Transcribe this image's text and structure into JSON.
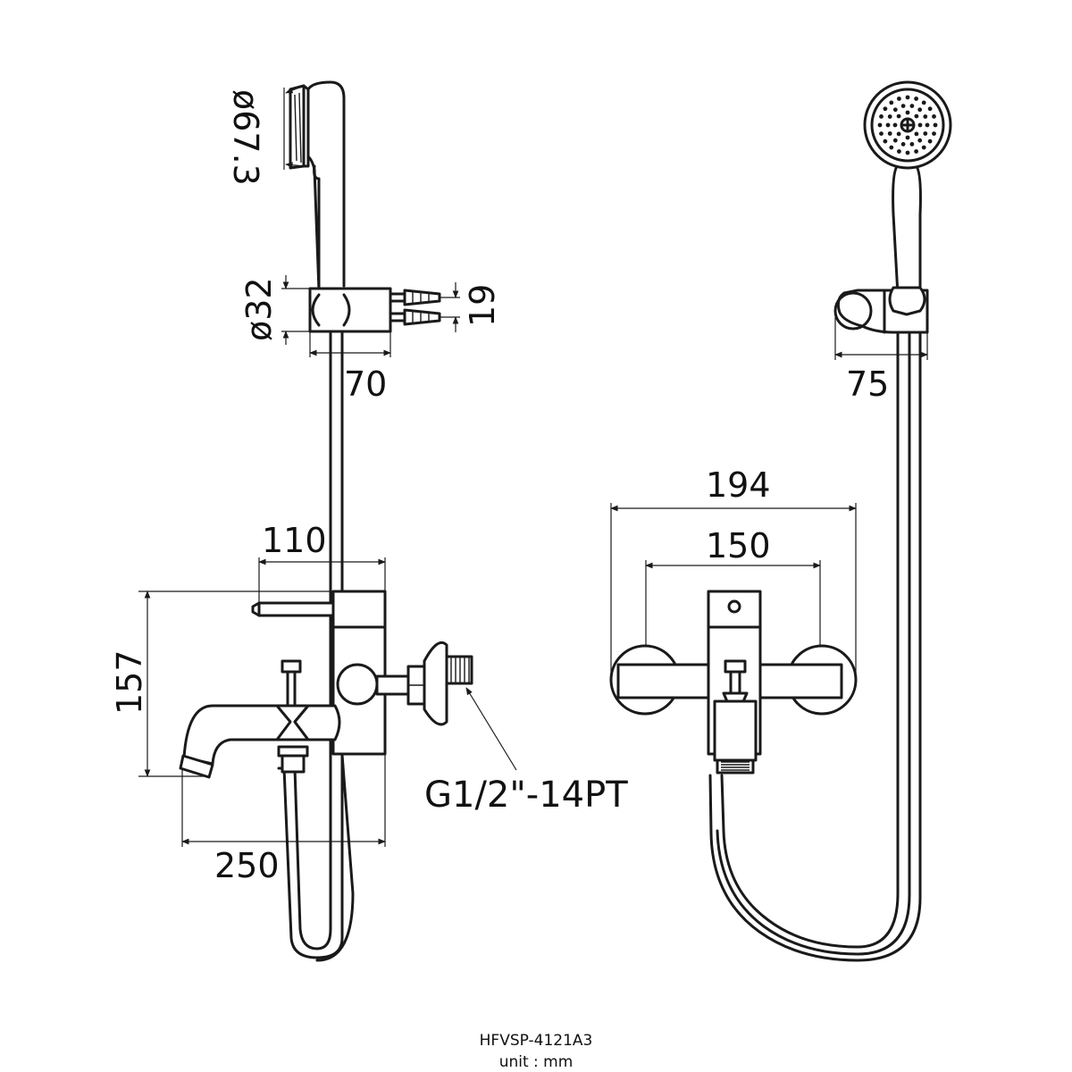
{
  "dimensions": {
    "head_diameter": "ø67.3",
    "holder_diameter": "ø32",
    "holder_offset": "19",
    "holder_depth_side": "70",
    "holder_depth_front": "75",
    "lever_width": "110",
    "height": "157",
    "spout_length": "250",
    "overall_width": "194",
    "center_distance": "150"
  },
  "thread_label": "G1/2\"-14PT",
  "caption": {
    "model": "HFVSP-4121A3",
    "unit": "unit : mm"
  }
}
